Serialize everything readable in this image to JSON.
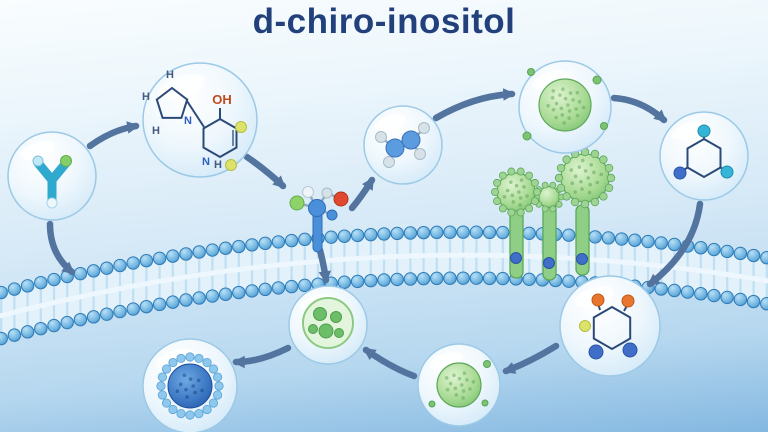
{
  "title": "d-chiro-inositol",
  "labels": {
    "oh": "OH",
    "h": "H",
    "n": "N"
  },
  "colors": {
    "title": "#21407c",
    "arrow": "#52749f",
    "membrane_head": "#3c87c4",
    "receptor_green": "#7cc06c",
    "bubble_rim": "#9cc9e6",
    "accent_red": "#e0492f",
    "accent_yellow": "#dde26a",
    "accent_cyan": "#35b6d9",
    "accent_blue": "#3f6fc8",
    "background_top": "#f9fdfe",
    "background_bottom": "#84b8e1"
  },
  "icons": [
    "y-molecule-icon",
    "heterocycle-molecule-icon",
    "receptor-ligand-icon",
    "amine-molecule-icon",
    "green-vesicle-icon",
    "quinone-ring-icon",
    "membrane-receptor-icon",
    "diketone-ring-icon",
    "green-sphere-icon",
    "multivesicular-body-icon",
    "micelle-icon",
    "cell-membrane-icon"
  ]
}
